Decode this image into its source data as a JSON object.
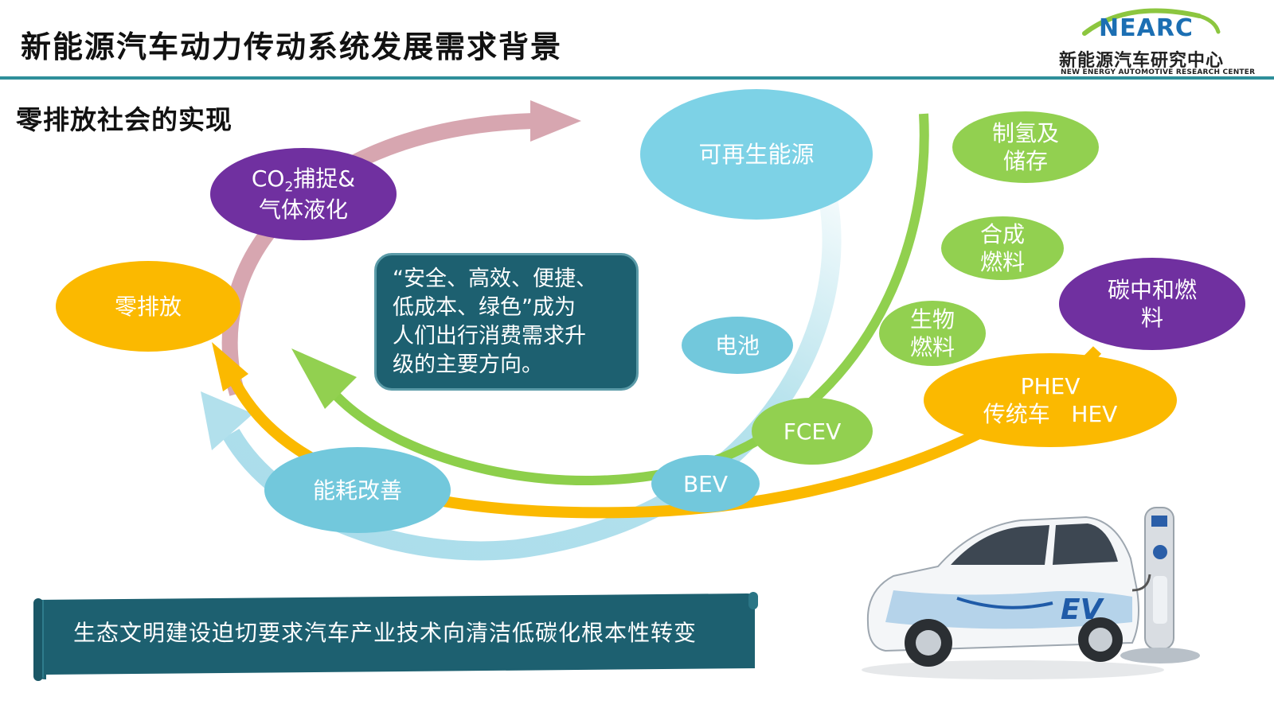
{
  "header": {
    "title": "新能源汽车动力传动系统发展需求背景",
    "logo_brand": "NEARC",
    "logo_org": "新能源汽车研究中心",
    "logo_org_en": "NEW ENERGY AUTOMOTIVE RESEARCH CENTER"
  },
  "subtitle": "零排放社会的实现",
  "nodes": {
    "zero_emission": "零排放",
    "co2_capture_line1_base": "CO",
    "co2_capture_line1_sub": "2",
    "co2_capture_line1_rest": "捕捉&",
    "co2_capture_line2": "气体液化",
    "renewable_energy": "可再生能源",
    "battery": "电池",
    "fcev": "FCEV",
    "bev": "BEV",
    "energy_efficiency": "能耗改善",
    "hydrogen_line1": "制氢及",
    "hydrogen_line2": "储存",
    "synthetic_fuel_line1": "合成",
    "synthetic_fuel_line2": "燃料",
    "biofuel_line1": "生物",
    "biofuel_line2": "燃料",
    "carbon_neutral_line1": "碳中和燃",
    "carbon_neutral_line2": "料",
    "phev_line1": "PHEV",
    "phev_line2": "传统车   HEV"
  },
  "center_box": {
    "line1": "“安全、高效、便捷、",
    "line2": "低成本、绿色”成为",
    "line3": "人们出行消费需求升",
    "line4": "级的主要方向。"
  },
  "banner": "生态文明建设迫切要求汽车产业技术向清洁低碳化根本性转变",
  "car_badge": "EV",
  "colors": {
    "orange": "#fbb900",
    "purple": "#7030a0",
    "light_blue": "#7dd2e6",
    "mid_blue": "#72c8dc",
    "green": "#92d050",
    "pink_arrow": "#d7a6b0",
    "dark_teal": "#1d6070",
    "header_line": "#2e8f9a"
  }
}
